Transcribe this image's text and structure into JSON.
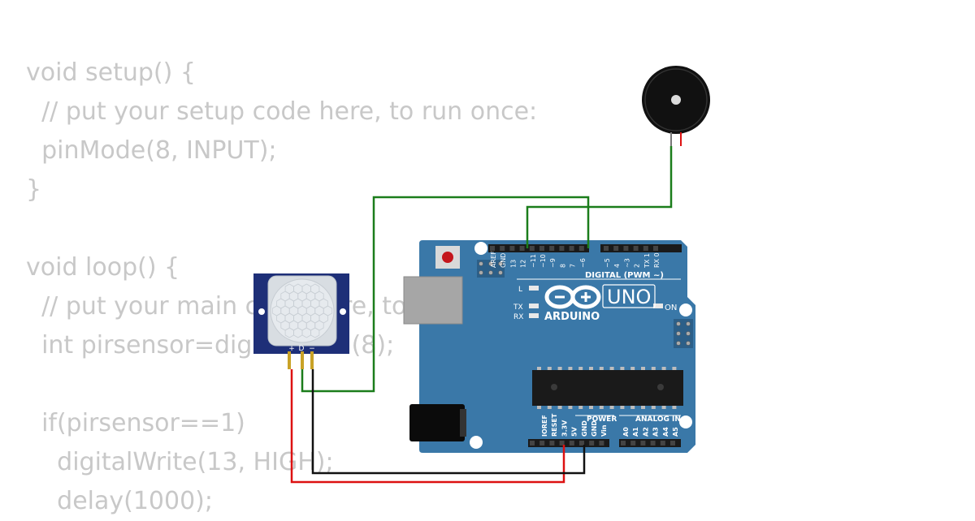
{
  "code_lines": [
    "void setup() {",
    "  // put your setup code here, to run once:",
    "  pinMode(8, INPUT);",
    "}",
    "",
    "void loop() {",
    "  // put your main code here, to run repeatedly:",
    "  int pirsensor=digitalRead(8);",
    "",
    "  if(pirsensor==1)",
    "    digitalWrite(13, HIGH);",
    "    delay(1000);"
  ],
  "board": {
    "brand": "ARDUINO",
    "model": "UNO",
    "digital_header_label": "DIGITAL (PWM ~)",
    "power_label": "POWER",
    "analog_label": "ANALOG IN",
    "on_label": "ON",
    "led_l": "L",
    "led_tx": "TX",
    "led_rx": "RX",
    "digital_pins": [
      "AREF",
      "GND",
      "13",
      "12",
      "~11",
      "~10",
      "~9",
      "8",
      "7",
      "~6",
      "~5",
      "4",
      "~3",
      "2",
      "TX 1",
      "RX 0"
    ],
    "power_pins": [
      "IOREF",
      "RESET",
      "3.3V",
      "5V",
      "GND",
      "GND",
      "Vin"
    ],
    "analog_pins": [
      "A0",
      "A1",
      "A2",
      "A3",
      "A4",
      "A5"
    ]
  },
  "pir": {
    "pin_labels": [
      "+",
      "D",
      "−"
    ]
  },
  "colors": {
    "board": "#3a78a8",
    "wire_signal": "#1b7d1b",
    "wire_power": "#dd1111",
    "wire_ground": "#111111",
    "pir_pcb": "#1e2f78",
    "code_text": "#c8c8c8"
  }
}
